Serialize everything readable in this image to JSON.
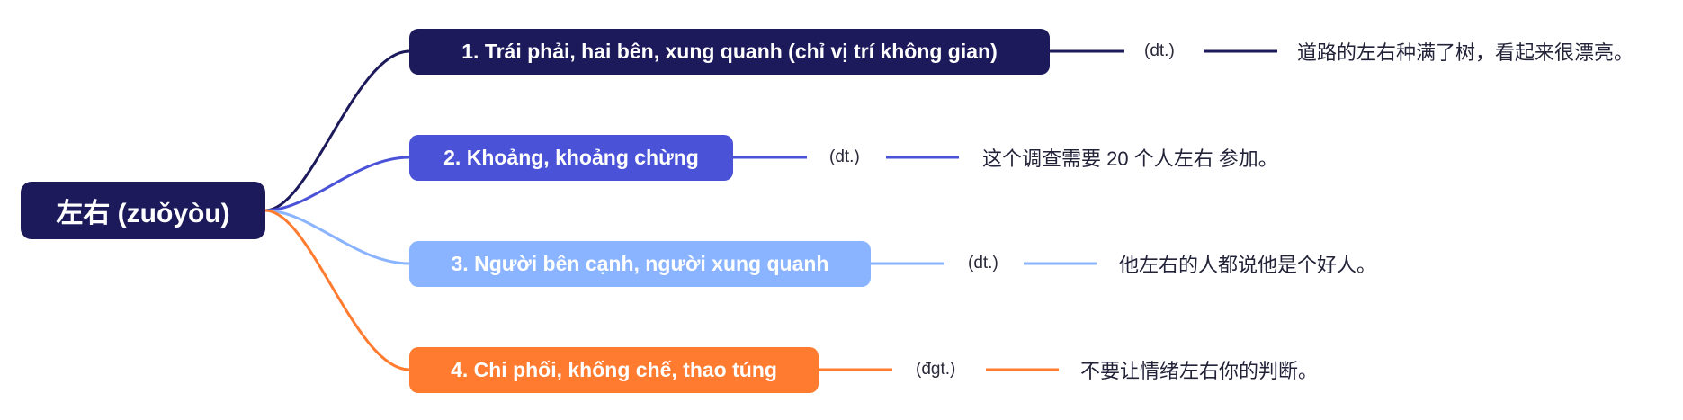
{
  "root": {
    "label": "左右 (zuǒyòu)",
    "color": "#1c1a5b"
  },
  "branches": [
    {
      "label": "1. Trái phải, hai bên, xung quanh (chỉ vị trí không gian)",
      "pos": "(dt.)",
      "example": "道路的左右种满了树，看起来很漂亮。",
      "color": "#1c1a5b"
    },
    {
      "label": "2. Khoảng, khoảng chừng",
      "pos": "(dt.)",
      "example": "这个调查需要 20 个人左右 参加。",
      "color": "#4a52d8"
    },
    {
      "label": "3. Người bên cạnh, người xung quanh",
      "pos": "(dt.)",
      "example": "他左右的人都说他是个好人。",
      "color": "#8ab4ff"
    },
    {
      "label": "4. Chi phối, khống chế, thao túng",
      "pos": "(đgt.)",
      "example": "不要让情绪左右你的判断。",
      "color": "#ff7b30"
    }
  ]
}
